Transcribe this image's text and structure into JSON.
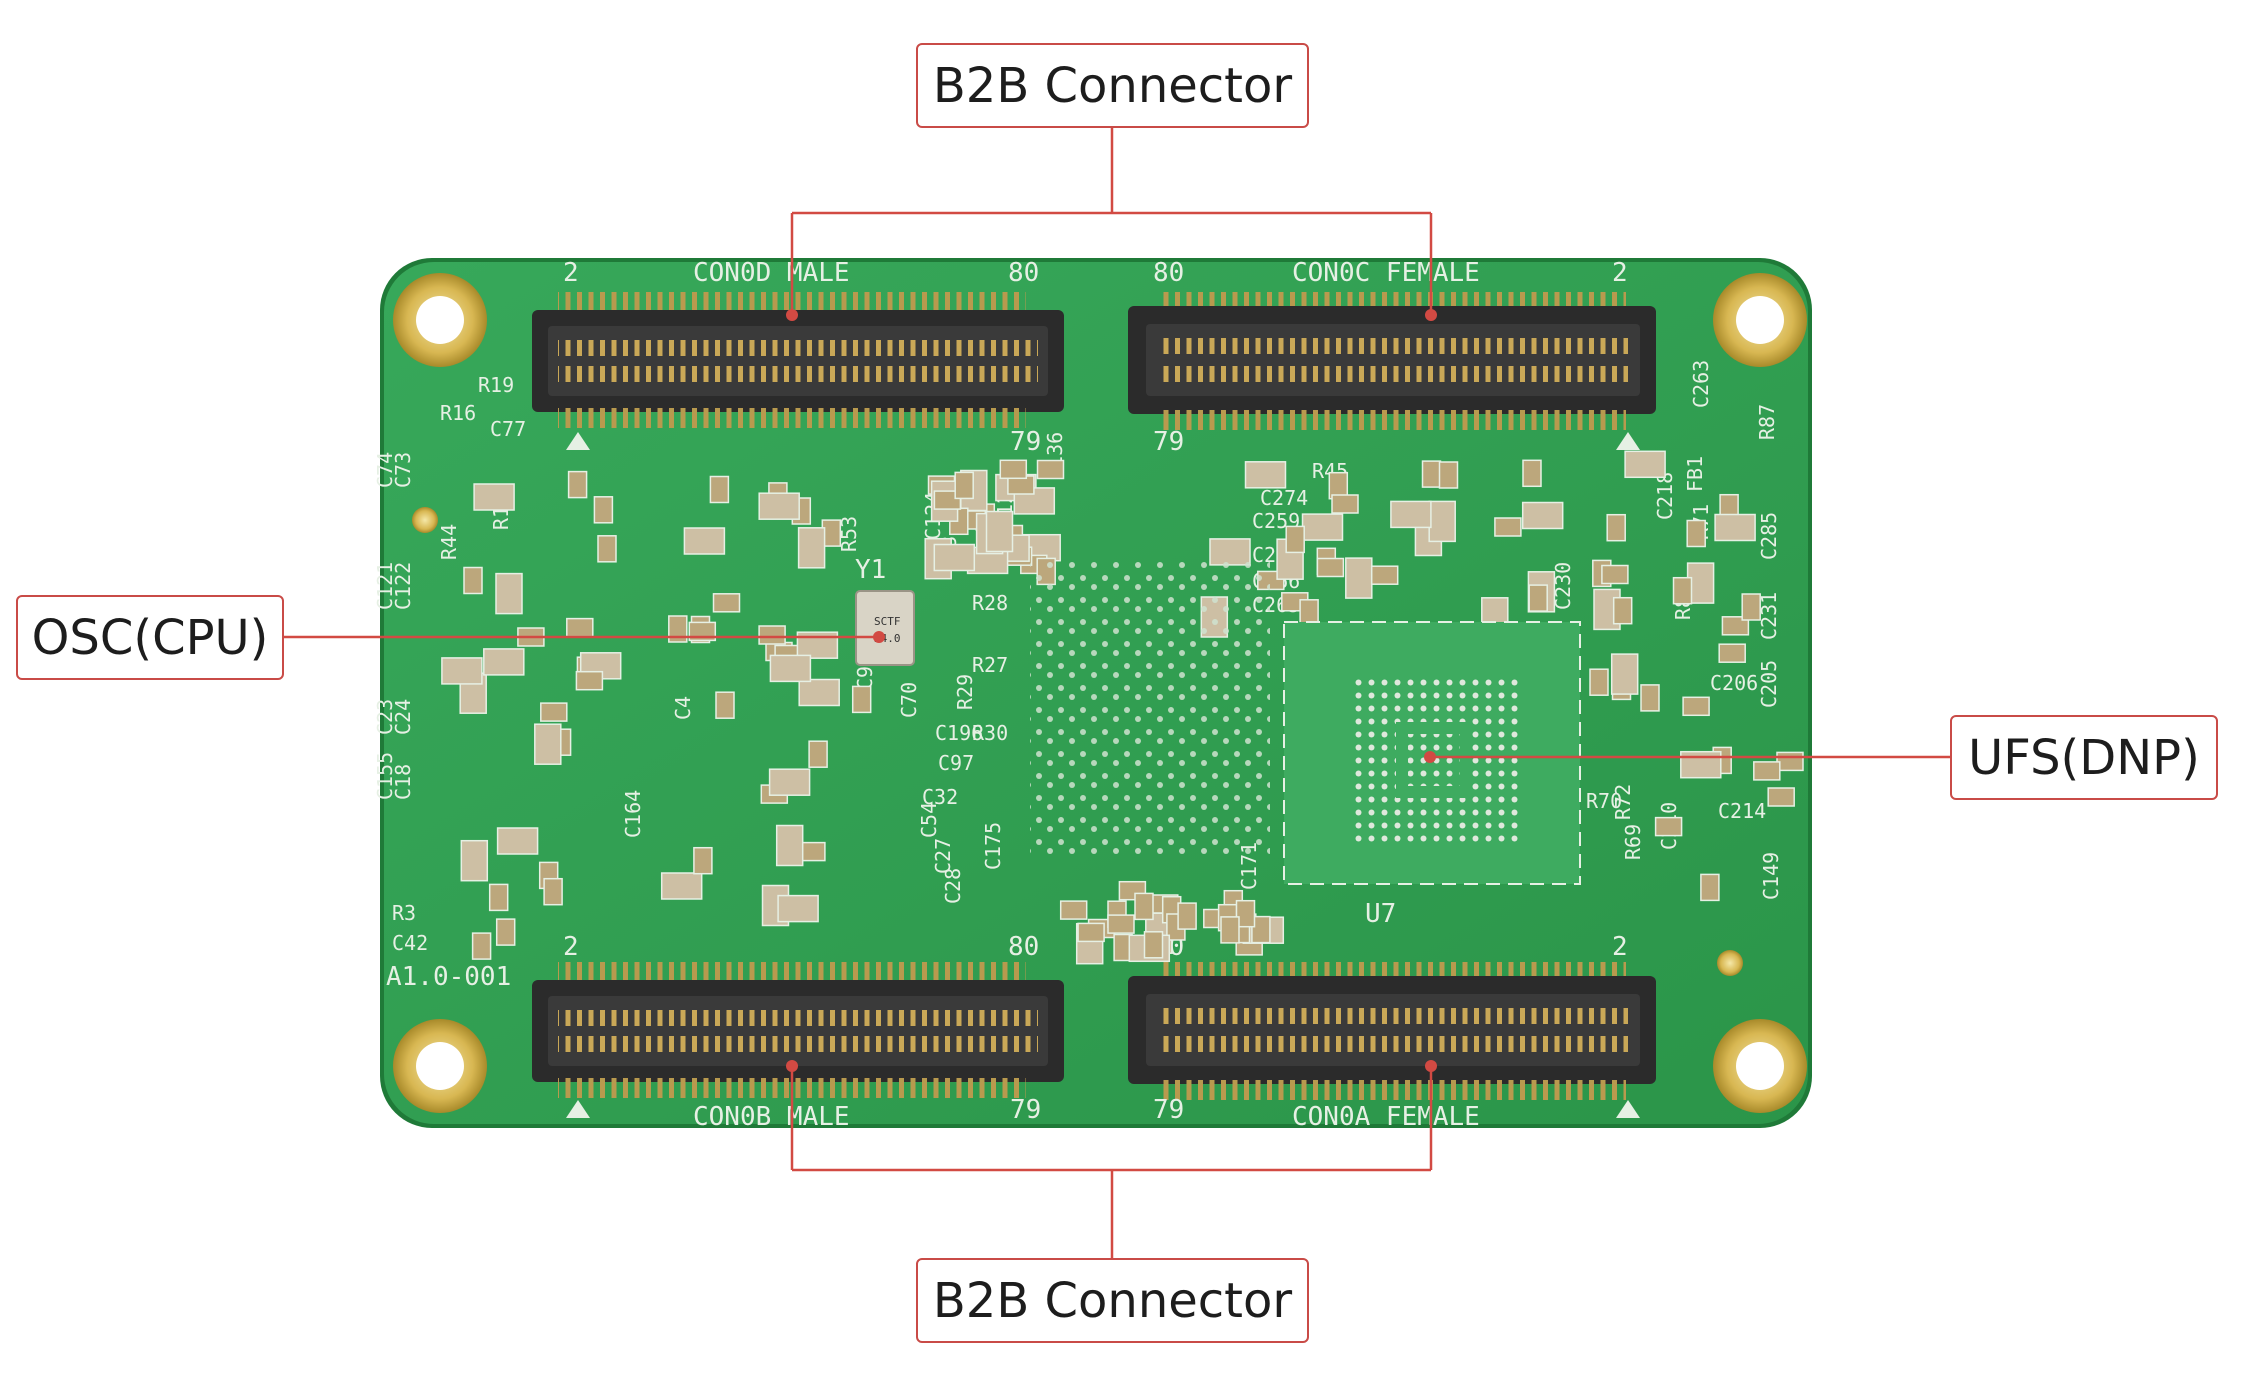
{
  "callouts": {
    "b2b_top": "B2B Connector",
    "b2b_bottom": "B2B Connector",
    "osc": "OSC(CPU)",
    "ufs": "UFS(DNP)"
  },
  "silkscreen": {
    "con_d": "CON0D MALE",
    "con_c": "CON0C FEMALE",
    "con_b": "CON0B MALE",
    "con_a": "CON0A FEMALE",
    "pin_2": "2",
    "pin_80": "80",
    "pin_79": "79",
    "revision": "A1.0-001",
    "u7": "U7",
    "y1": "Y1",
    "refs": [
      "R19",
      "R16",
      "C77",
      "C74",
      "C73",
      "R18",
      "R44",
      "C121",
      "C122",
      "C23",
      "C24",
      "C155",
      "C18",
      "C136",
      "R53",
      "C124",
      "R43",
      "R28",
      "R27",
      "R29",
      "R30",
      "C196",
      "C97",
      "C32",
      "C54",
      "C27",
      "C28",
      "C175",
      "C171",
      "C164",
      "C4",
      "R3",
      "C42",
      "C70",
      "C98",
      "C125",
      "R45",
      "C274",
      "C259",
      "C286",
      "C266",
      "C265",
      "C263",
      "R87",
      "FB1",
      "C285",
      "C231",
      "C205",
      "C206",
      "C214",
      "C149",
      "C230",
      "R70",
      "R71",
      "C218",
      "R89",
      "C210",
      "R72",
      "R69"
    ]
  },
  "colors": {
    "board": "#2f9e50",
    "callout_border": "#c94b47",
    "leader_line": "#d24a43"
  }
}
